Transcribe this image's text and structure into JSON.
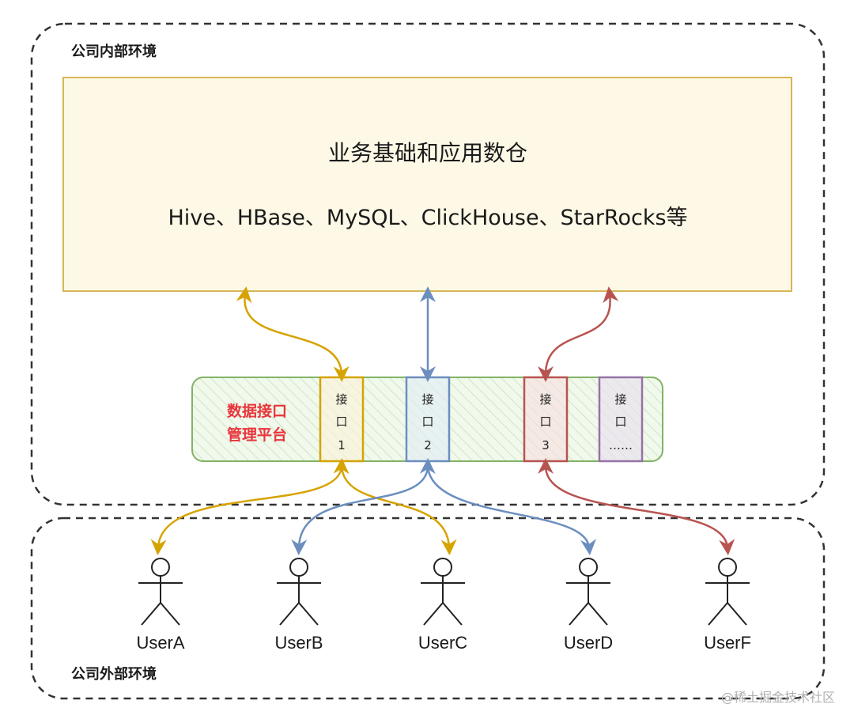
{
  "regions": {
    "internal_label": "公司内部环境",
    "external_label": "公司外部环境"
  },
  "warehouse": {
    "title": "业务基础和应用数仓",
    "systems": "Hive、HBase、MySQL、ClickHouse、StarRocks等"
  },
  "platform": {
    "label_line1": "数据接口",
    "label_line2": "管理平台",
    "label_color": "#e8353b"
  },
  "interfaces": [
    {
      "line1": "接",
      "line2": "口",
      "line3": "1",
      "color": "#d6a300"
    },
    {
      "line1": "接",
      "line2": "口",
      "line3": "2",
      "color": "#6c8ebf"
    },
    {
      "line1": "接",
      "line2": "口",
      "line3": "3",
      "color": "#b85450"
    },
    {
      "line1": "接",
      "line2": "口",
      "line3": "……",
      "color": "#9673a6"
    }
  ],
  "users": [
    "UserA",
    "UserB",
    "UserC",
    "UserD",
    "UserF"
  ],
  "colors": {
    "warehouse_fill": "#fdf9e6",
    "warehouse_border": "#d6b656",
    "platform_fill": "#e6f4e0",
    "platform_border": "#82b366",
    "dashed_border": "#333333"
  },
  "watermark": "@稀土掘金技术社区"
}
